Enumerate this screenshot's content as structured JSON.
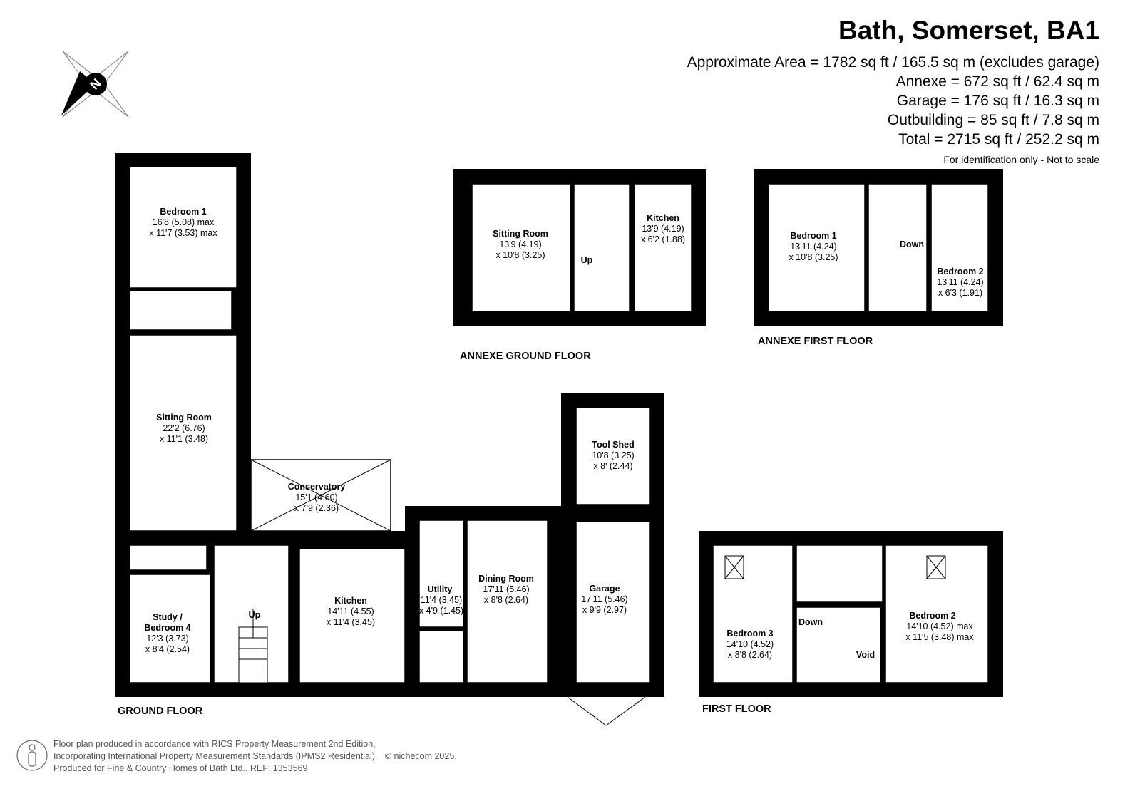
{
  "header": {
    "title": "Bath, Somerset, BA1",
    "areas": [
      "Approximate Area = 1782 sq ft / 165.5 sq m (excludes garage)",
      "Annexe = 672 sq ft / 62.4 sq m",
      "Garage = 176 sq ft / 16.3 sq m",
      "Outbuilding = 85 sq ft / 7.8 sq m",
      "Total = 2715 sq ft / 252.2 sq m"
    ],
    "note": "For identification only - Not to scale"
  },
  "compass": {
    "label": "N"
  },
  "floors": {
    "ground": {
      "label": "GROUND FLOOR",
      "rooms": [
        {
          "name": "Bedroom 1",
          "dims": [
            "16'8 (5.08) max",
            "x 11'7 (3.53) max"
          ]
        },
        {
          "name": "Sitting Room",
          "dims": [
            "22'2 (6.76)",
            "x 11'1 (3.48)"
          ]
        },
        {
          "name": "Conservatory",
          "dims": [
            "15'1 (4.60)",
            "x 7'9 (2.36)"
          ]
        },
        {
          "name": "Study /",
          "name2": "Bedroom 4",
          "dims": [
            "12'3 (3.73)",
            "x 8'4 (2.54)"
          ]
        },
        {
          "name": "Kitchen",
          "dims": [
            "14'11 (4.55)",
            "x 11'4 (3.45)"
          ]
        },
        {
          "name": "Utility",
          "dims": [
            "11'4 (3.45)",
            "x 4'9 (1.45)"
          ]
        },
        {
          "name": "Dining Room",
          "dims": [
            "17'11 (5.46)",
            "x 8'8 (2.64)"
          ]
        },
        {
          "name": "Tool Shed",
          "dims": [
            "10'8 (3.25)",
            "x 8' (2.44)"
          ]
        },
        {
          "name": "Garage",
          "dims": [
            "17'11 (5.46)",
            "x 9'9 (2.97)"
          ]
        }
      ],
      "stairs": "Up"
    },
    "annexe_ground": {
      "label": "ANNEXE GROUND FLOOR",
      "rooms": [
        {
          "name": "Sitting Room",
          "dims": [
            "13'9 (4.19)",
            "x 10'8 (3.25)"
          ]
        },
        {
          "name": "Kitchen",
          "dims": [
            "13'9 (4.19)",
            "x 6'2 (1.88)"
          ]
        }
      ],
      "stairs": "Up"
    },
    "annexe_first": {
      "label": "ANNEXE FIRST FLOOR",
      "rooms": [
        {
          "name": "Bedroom 1",
          "dims": [
            "13'11 (4.24)",
            "x 10'8 (3.25)"
          ]
        },
        {
          "name": "Bedroom 2",
          "dims": [
            "13'11 (4.24)",
            "x 6'3 (1.91)"
          ]
        }
      ],
      "stairs": "Down"
    },
    "first": {
      "label": "FIRST FLOOR",
      "rooms": [
        {
          "name": "Bedroom 3",
          "dims": [
            "14'10 (4.52)",
            "x 8'8 (2.64)"
          ]
        },
        {
          "name": "Bedroom 2",
          "dims": [
            "14'10 (4.52) max",
            "x 11'5 (3.48) max"
          ]
        },
        {
          "name": "Void",
          "dims": []
        }
      ],
      "stairs": "Down"
    }
  },
  "footer": {
    "lines": [
      "Floor plan produced in accordance with RICS Property Measurement 2nd Edition,",
      "Incorporating International Property Measurement Standards (IPMS2 Residential).",
      "Produced for Fine & Country Homes of Bath Ltd..   REF: 1353569"
    ],
    "copyright": "© nichecom 2025."
  }
}
